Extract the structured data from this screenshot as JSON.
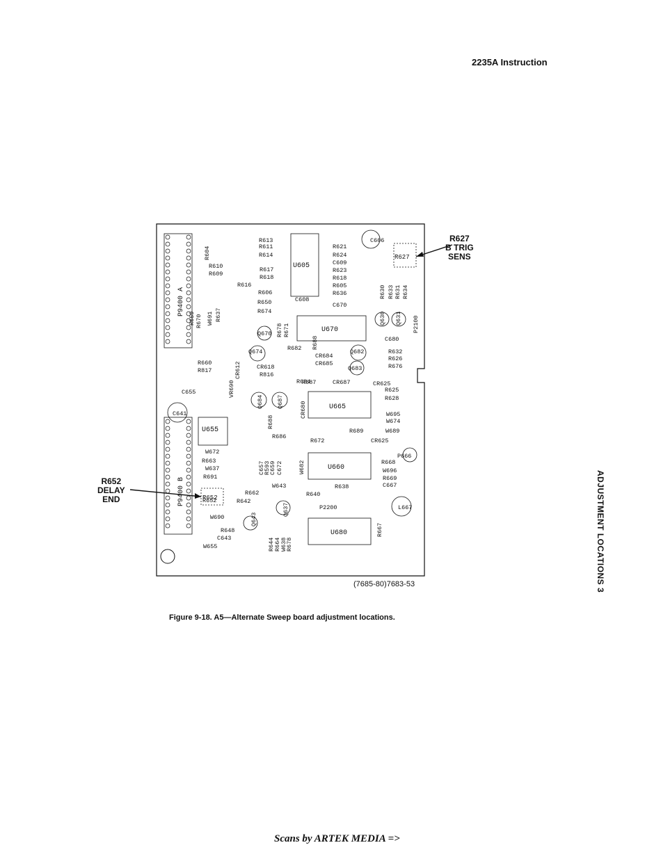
{
  "header": {
    "title": "2235A Instruction"
  },
  "side_label": "ADJUSTMENT LOCATIONS 3",
  "callouts": [
    {
      "lines": [
        "R627",
        "B TRIG",
        "SENS"
      ]
    },
    {
      "lines": [
        "R652",
        "DELAY",
        "END"
      ]
    }
  ],
  "figure": {
    "number": "(7685-80)7683-53",
    "caption": "Figure 9-18.  A5—Alternate Sweep board adjustment locations."
  },
  "credit": "Scans by ARTEK MEDIA =>",
  "board": {
    "connectors": [
      "P9400 A",
      "P9400 B"
    ],
    "ics": [
      "U670",
      "U665",
      "U660",
      "U680",
      "U605",
      "U655"
    ],
    "components": [
      "R613",
      "R611",
      "R614",
      "R621",
      "R624",
      "C606",
      "C609",
      "R623",
      "R618",
      "R605",
      "R636",
      "C608",
      "R616",
      "R604",
      "R610",
      "R609",
      "R617",
      "R618",
      "R606",
      "R650",
      "R674",
      "C670",
      "R659",
      "R670",
      "W691",
      "R637",
      "R678",
      "R671",
      "Q670",
      "C680",
      "Q674",
      "R682",
      "R688",
      "CR684",
      "CR685",
      "Q682",
      "Q683",
      "R632",
      "R626",
      "R676",
      "R660",
      "R817",
      "CR612",
      "CR618",
      "R816",
      "VR690",
      "R684",
      "R687",
      "CR687",
      "CR625",
      "R625",
      "R628",
      "C655",
      "Q684",
      "Q687",
      "CR680",
      "C641",
      "W695",
      "W674",
      "R689",
      "W689",
      "R688",
      "R686",
      "R672",
      "CR625",
      "P666",
      "W672",
      "R663",
      "W637",
      "R691",
      "C657",
      "R593",
      "C659",
      "C672",
      "W682",
      "R668",
      "W696",
      "R669",
      "C667",
      "R638",
      "W643",
      "R662",
      "R642",
      "R640",
      "P2200",
      "L667",
      "R652",
      "W690",
      "Q637",
      "Q643",
      "R648",
      "C643",
      "W655",
      "R644",
      "R664",
      "W638",
      "R678",
      "R667",
      "R630",
      "R633",
      "R631",
      "R634",
      "Q630",
      "Q631",
      "P2100"
    ]
  }
}
